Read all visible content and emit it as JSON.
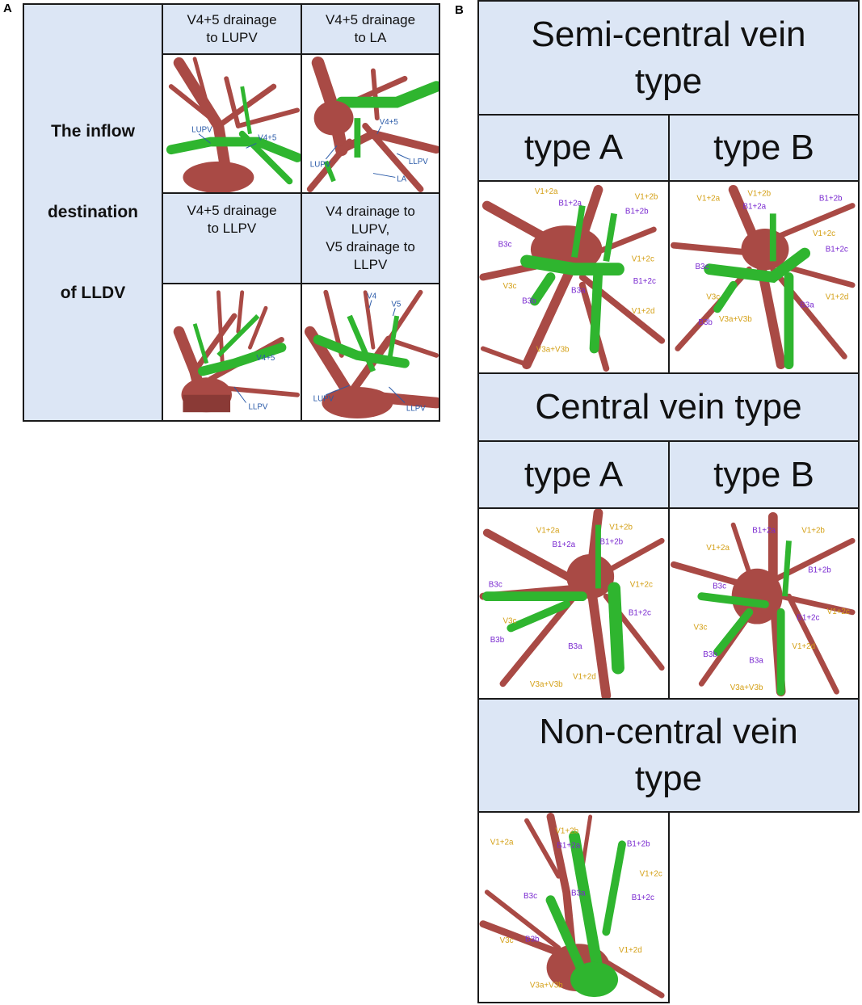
{
  "panels": {
    "a": {
      "letter": "A"
    },
    "b": {
      "letter": "B"
    }
  },
  "panel_a": {
    "side_label": [
      "The inflow",
      "destination",
      "of LLDV"
    ],
    "cells": [
      {
        "header": [
          "V4+5 drainage",
          "to LUPV"
        ],
        "annotations": [
          "LUPV",
          "V4+5"
        ]
      },
      {
        "header": [
          "V4+5 drainage",
          "to LA"
        ],
        "annotations": [
          "V4+5",
          "LUPV",
          "LLPV",
          "LA"
        ]
      },
      {
        "header": [
          "V4+5 drainage",
          "to LLPV"
        ],
        "annotations": [
          "V4+5",
          "LLPV"
        ]
      },
      {
        "header": [
          "V4 drainage to",
          "LUPV,",
          "V5 drainage to",
          "LLPV"
        ],
        "annotations": [
          "V4",
          "V5",
          "LUPV",
          "LLPV"
        ]
      }
    ]
  },
  "panel_b": {
    "semi_central": {
      "title": [
        "Semi-central vein",
        "type"
      ],
      "type_a": "type A",
      "type_b": "type B",
      "img_a": [
        "V1+2a",
        "B1+2a",
        "V1+2b",
        "B1+2b",
        "B3c",
        "V3c",
        "V1+2c",
        "B1+2c",
        "B3b",
        "B3a",
        "V1+2d",
        "V3a+V3b"
      ],
      "img_b": [
        "V1+2a",
        "B1+2a",
        "V1+2b",
        "B1+2b",
        "V1+2c",
        "B1+2c",
        "B3c",
        "V3c",
        "B3a",
        "V1+2d",
        "V3a+V3b",
        "B3b"
      ]
    },
    "central": {
      "title": [
        "Central vein type"
      ],
      "type_a": "type A",
      "type_b": "type B",
      "img_a": [
        "V1+2a",
        "V1+2b",
        "B1+2a",
        "B1+2b",
        "V1+2c",
        "B3c",
        "B1+2c",
        "V3c",
        "B3b",
        "B3a",
        "V3a+V3b",
        "V1+2d"
      ],
      "img_b": [
        "B1+2a",
        "V1+2b",
        "V1+2a",
        "B1+2b",
        "B3c",
        "V3c",
        "B1+2c",
        "V1+2c",
        "V1+2d",
        "B3b",
        "B3a",
        "V3a+V3b"
      ]
    },
    "non_central": {
      "title": [
        "Non-central vein",
        "type"
      ],
      "img": [
        "V1+2b",
        "B1+2b",
        "V1+2a",
        "B1+2a",
        "V1+2c",
        "B3c",
        "B3a",
        "B1+2c",
        "V3c",
        "B3b",
        "V1+2d",
        "V3a+V3b"
      ]
    }
  },
  "colors": {
    "header_fill": "#dce6f5",
    "border": "#1a1a1a",
    "vessel_red": "#a94a45",
    "airway_green": "#2fb52f",
    "label_blue": "#2a5aa8",
    "label_purple": "#7a2ad0",
    "label_yellow": "#d4a017"
  }
}
